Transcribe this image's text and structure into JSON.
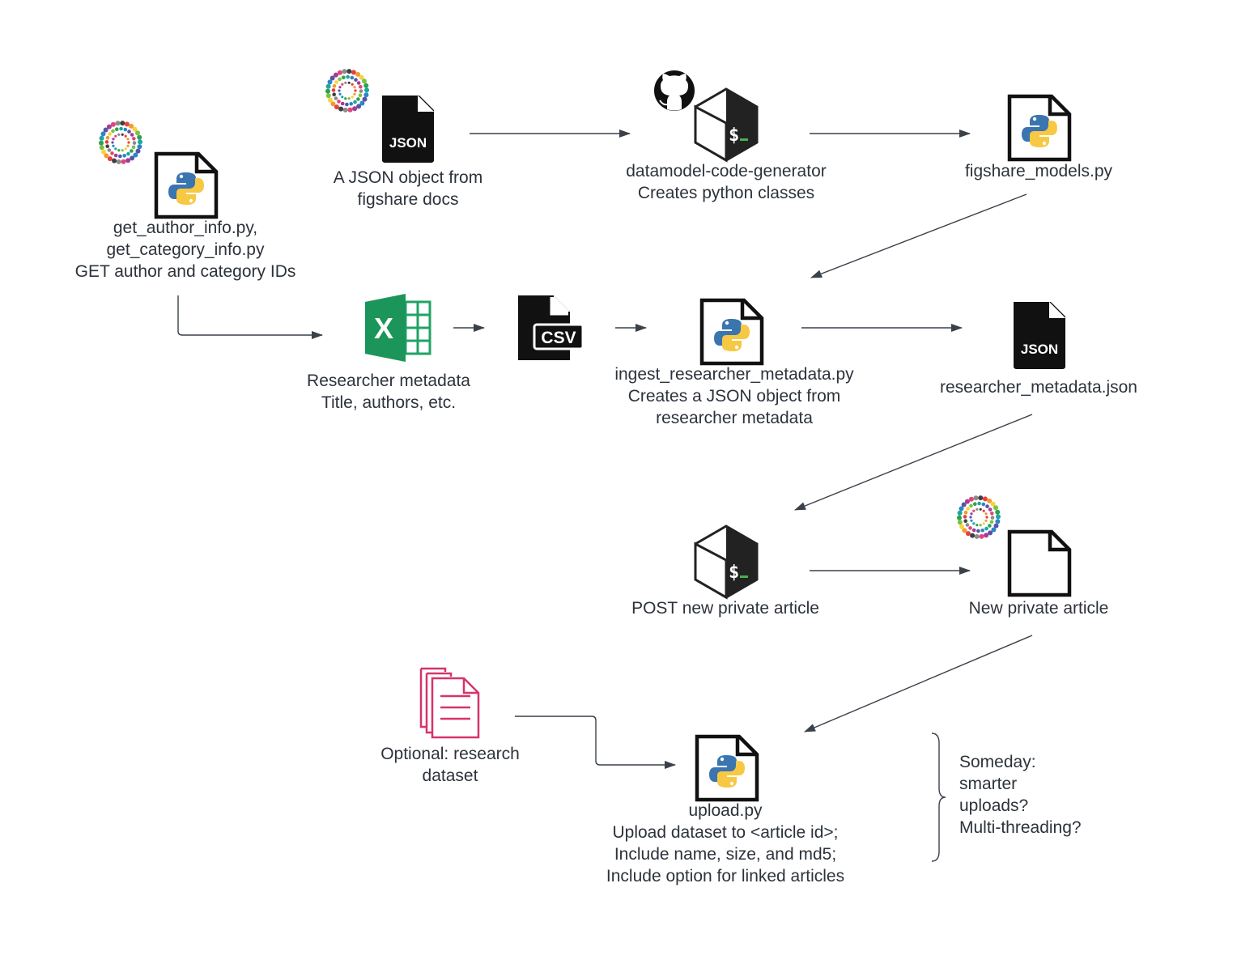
{
  "nodes": {
    "author_scripts": {
      "lines": [
        "get_author_info.py,",
        "get_category_info.py",
        "GET author and category IDs"
      ],
      "icon": "python-file-icon",
      "badge": "figshare-logo-icon"
    },
    "json_docs": {
      "lines": [
        "A JSON object from",
        "figshare docs"
      ],
      "icon": "json-file-icon",
      "badge": "figshare-logo-icon",
      "icon_text": "JSON"
    },
    "codegen": {
      "lines": [
        "datamodel-code-generator",
        "Creates python classes"
      ],
      "icon": "bash-shell-icon",
      "badge": "github-logo-icon"
    },
    "models": {
      "lines": [
        "figshare_models.py"
      ],
      "icon": "python-file-icon"
    },
    "excel": {
      "lines": [
        "Researcher metadata",
        "Title, authors, etc."
      ],
      "icon": "excel-icon",
      "icon_text": "X"
    },
    "csv": {
      "lines": [],
      "icon": "csv-file-icon",
      "icon_text": "CSV"
    },
    "ingest": {
      "lines": [
        "ingest_researcher_metadata.py",
        "Creates a JSON object from",
        "researcher metadata"
      ],
      "icon": "python-file-icon"
    },
    "researcher_json": {
      "lines": [
        "researcher_metadata.json"
      ],
      "icon": "json-file-icon",
      "icon_text": "JSON"
    },
    "post": {
      "lines": [
        "POST new private article"
      ],
      "icon": "bash-shell-icon"
    },
    "new_article": {
      "lines": [
        "New private article"
      ],
      "icon": "blank-file-icon",
      "badge": "figshare-logo-icon"
    },
    "dataset": {
      "lines": [
        "Optional: research",
        "dataset"
      ],
      "icon": "documents-stack-icon"
    },
    "upload": {
      "lines": [
        "upload.py",
        "Upload dataset to <article id>;",
        "Include name, size, and md5;",
        "Include option for linked articles"
      ],
      "icon": "python-file-icon"
    }
  },
  "note": {
    "lines": [
      "Someday:",
      "smarter",
      "uploads?",
      "Multi-threading?"
    ]
  },
  "colors": {
    "text": "#2d333b",
    "line": "#3a414a",
    "excel_green": "#21a366",
    "excel_dark": "#107c41",
    "dataset_pink": "#d6336c",
    "python_blue": "#3a75b0",
    "python_yellow": "#f7c843"
  }
}
